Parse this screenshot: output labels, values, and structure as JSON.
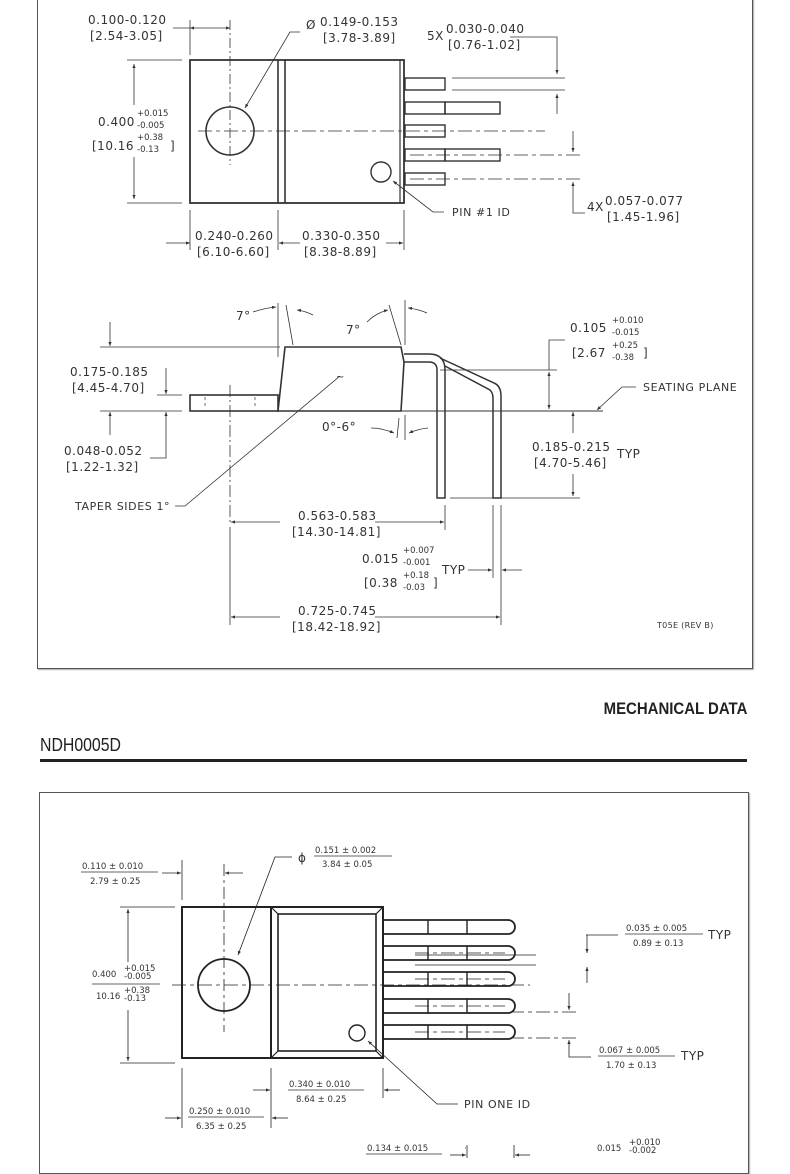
{
  "page": {
    "section_title": "MECHANICAL DATA",
    "package_id": "NDH0005D"
  },
  "drawing_top": {
    "drawing_ref": "T05E (REV B)",
    "dims": {
      "tab_hole_offset": {
        "in": "0.100-0.120",
        "mm": "[2.54-3.05]"
      },
      "hole_dia": {
        "sym": "Ø",
        "in": "0.149-0.153",
        "mm": "[3.78-3.89]"
      },
      "lead_width": {
        "qty": "5X",
        "in": "0.030-0.040",
        "mm": "[0.76-1.02]"
      },
      "body_height": {
        "in": "0.400",
        "in_plus": "+0.015",
        "in_minus": "-0.005",
        "mm": "[10.16",
        "mm_plus": "+0.38",
        "mm_minus": "-0.13",
        "mm_close": "]"
      },
      "pin1_label": "PIN #1 ID",
      "lead_pitch": {
        "qty": "4X",
        "in": "0.057-0.077",
        "mm": "[1.45-1.96]"
      },
      "tab_length": {
        "in": "0.240-0.260",
        "mm": "[6.10-6.60]"
      },
      "body_length": {
        "in": "0.330-0.350",
        "mm": "[8.38-8.89]"
      },
      "angle_left": "7°",
      "angle_right": "7°",
      "lead_bend_height": {
        "in": "0.105",
        "in_plus": "+0.010",
        "in_minus": "-0.015",
        "mm": "[2.67",
        "mm_plus": "+0.25",
        "mm_minus": "-0.38",
        "mm_close": "]"
      },
      "seating_plane": "SEATING PLANE",
      "total_height": {
        "in": "0.175-0.185",
        "mm": "[4.45-4.70]"
      },
      "draft_angle": "0°-6°",
      "tab_thickness": {
        "in": "0.048-0.052",
        "mm": "[1.22-1.32]"
      },
      "lead_length": {
        "in": "0.185-0.215",
        "mm": "[4.70-5.46]",
        "suffix": "TYP"
      },
      "taper": "TAPER SIDES 1°",
      "row_spacing": {
        "in": "0.563-0.583",
        "mm": "[14.30-14.81]"
      },
      "lead_thickness": {
        "in": "0.015",
        "in_plus": "+0.007",
        "in_minus": "-0.001",
        "mm": "[0.38",
        "mm_plus": "+0.18",
        "mm_minus": "-0.03",
        "mm_close": "]",
        "suffix": "TYP"
      },
      "overall_length": {
        "in": "0.725-0.745",
        "mm": "[18.42-18.92]"
      }
    }
  },
  "drawing_bottom": {
    "dims": {
      "hole_dia": {
        "sym": "ϕ",
        "in": "0.151 ± 0.002",
        "mm": "3.84 ± 0.05"
      },
      "tab_hole_offset": {
        "in": "0.110 ± 0.010",
        "mm": "2.79 ± 0.25"
      },
      "body_height": {
        "in": "0.400",
        "in_plus": "+0.015",
        "in_minus": "-0.005",
        "mm": "10.16",
        "mm_plus": "+0.38",
        "mm_minus": "-0.13"
      },
      "lead_width": {
        "in": "0.035 ± 0.005",
        "mm": "0.89 ± 0.13",
        "suffix": "TYP"
      },
      "lead_pitch": {
        "in": "0.067 ± 0.005",
        "mm": "1.70 ± 0.13",
        "suffix": "TYP"
      },
      "body_length": {
        "in": "0.340 ± 0.010",
        "mm": "8.64 ± 0.25"
      },
      "pin1_label": "PIN ONE ID",
      "tab_length": {
        "in": "0.250 ± 0.010",
        "mm": "6.35 ± 0.25"
      },
      "lead_offset": {
        "in": "0.134 ± 0.015"
      },
      "lead_thickness": {
        "in": "0.015",
        "in_plus": "+0.010",
        "in_minus": "-0.002"
      }
    }
  }
}
